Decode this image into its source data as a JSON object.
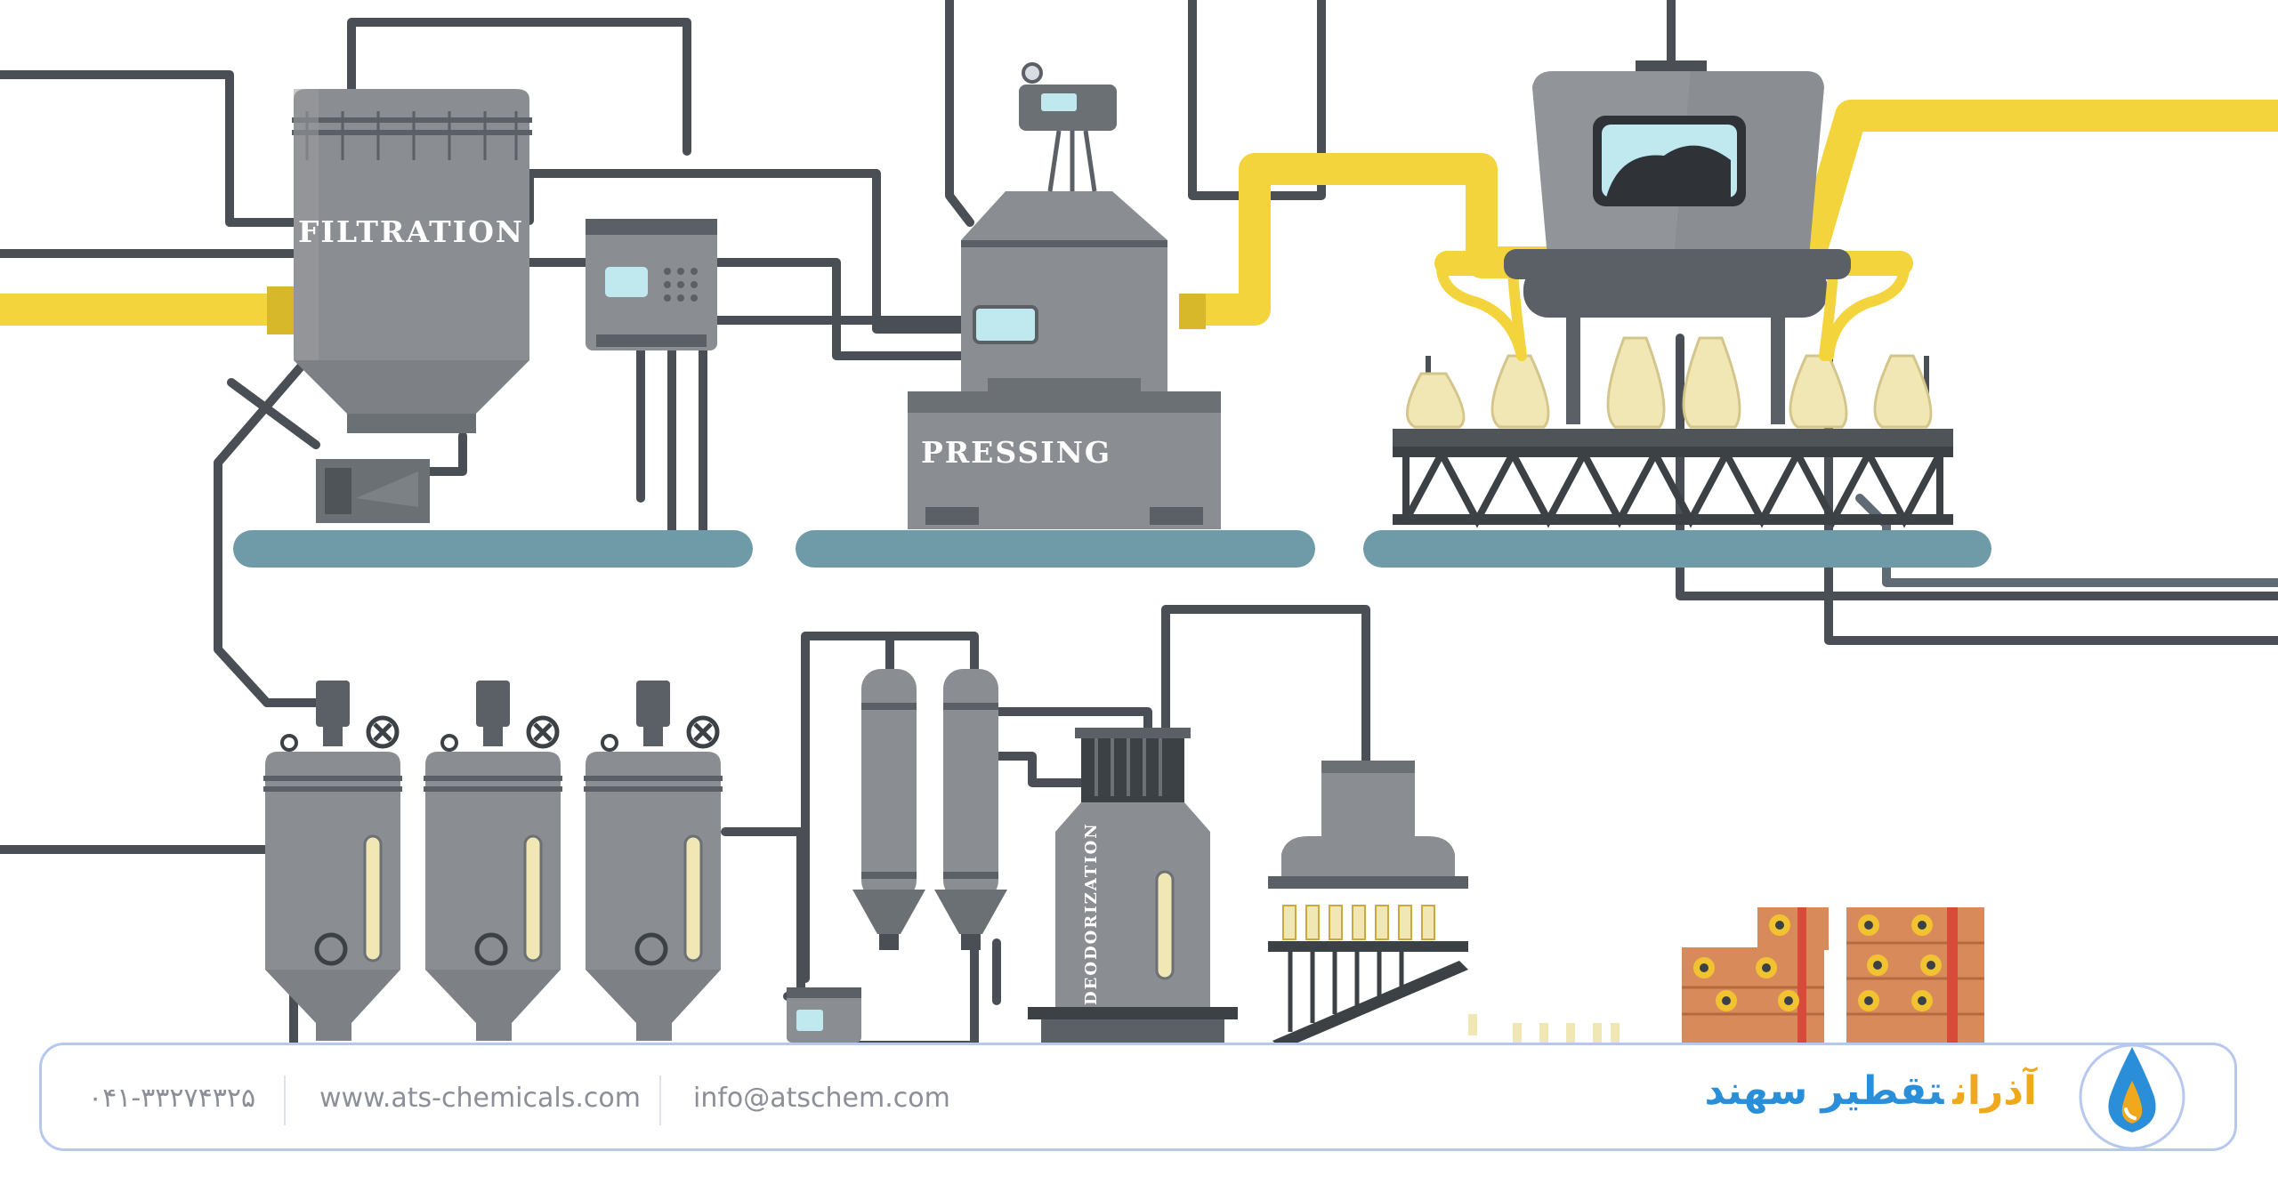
{
  "scene": {
    "stations": {
      "filtration": "FILTRATION",
      "pressing": "PRESSING",
      "deodorization": "DEODORIZATION"
    },
    "colors": {
      "machine_gray": "#8a8d91",
      "machine_dark": "#5b6066",
      "pipe_dark": "#4a4f55",
      "pipe_yellow": "#f4d43c",
      "base_blue": "#6f9aa8",
      "oil": "#f1e7b4",
      "crate": "#d98a5a"
    }
  },
  "footer": {
    "phone": "۰۴۱-۳۳۲۷۴۳۲۵",
    "website": "www.ats-chemicals.com",
    "email": "info@atschem.com",
    "brand_part1": "آذران",
    "brand_part2": "تقطیر سهند",
    "logo_icon": "oil-drop-logo-icon",
    "colors": {
      "border": "#b7c8ef",
      "text": "#8b8f98",
      "brand_orange": "#f0a81c",
      "brand_blue": "#2a8fd8"
    }
  }
}
